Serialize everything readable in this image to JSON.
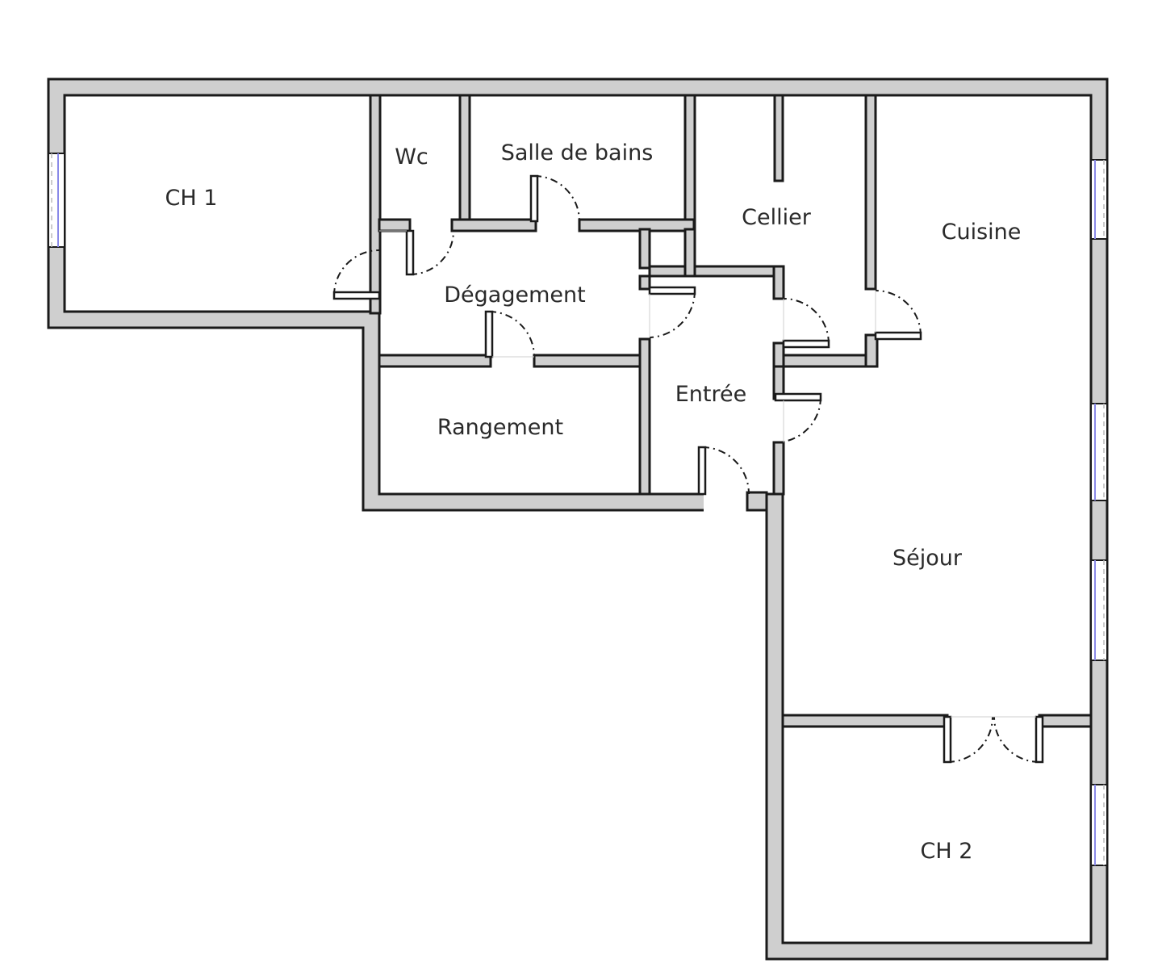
{
  "rooms": [
    {
      "id": "ch1",
      "label": "CH 1"
    },
    {
      "id": "wc",
      "label": "Wc"
    },
    {
      "id": "salle-de-bains",
      "label": "Salle de bains"
    },
    {
      "id": "cellier",
      "label": "Cellier"
    },
    {
      "id": "cuisine",
      "label": "Cuisine"
    },
    {
      "id": "degagement",
      "label": "Dégagement"
    },
    {
      "id": "entree",
      "label": "Entrée"
    },
    {
      "id": "rangement",
      "label": "Rangement"
    },
    {
      "id": "sejour",
      "label": "Séjour"
    },
    {
      "id": "ch2",
      "label": "CH 2"
    }
  ],
  "colors": {
    "wall_fill": "#cfcfcf",
    "wall_line": "#1a1a1a",
    "window_glass": "#8a8ae8",
    "label": "#2a2a2a"
  }
}
